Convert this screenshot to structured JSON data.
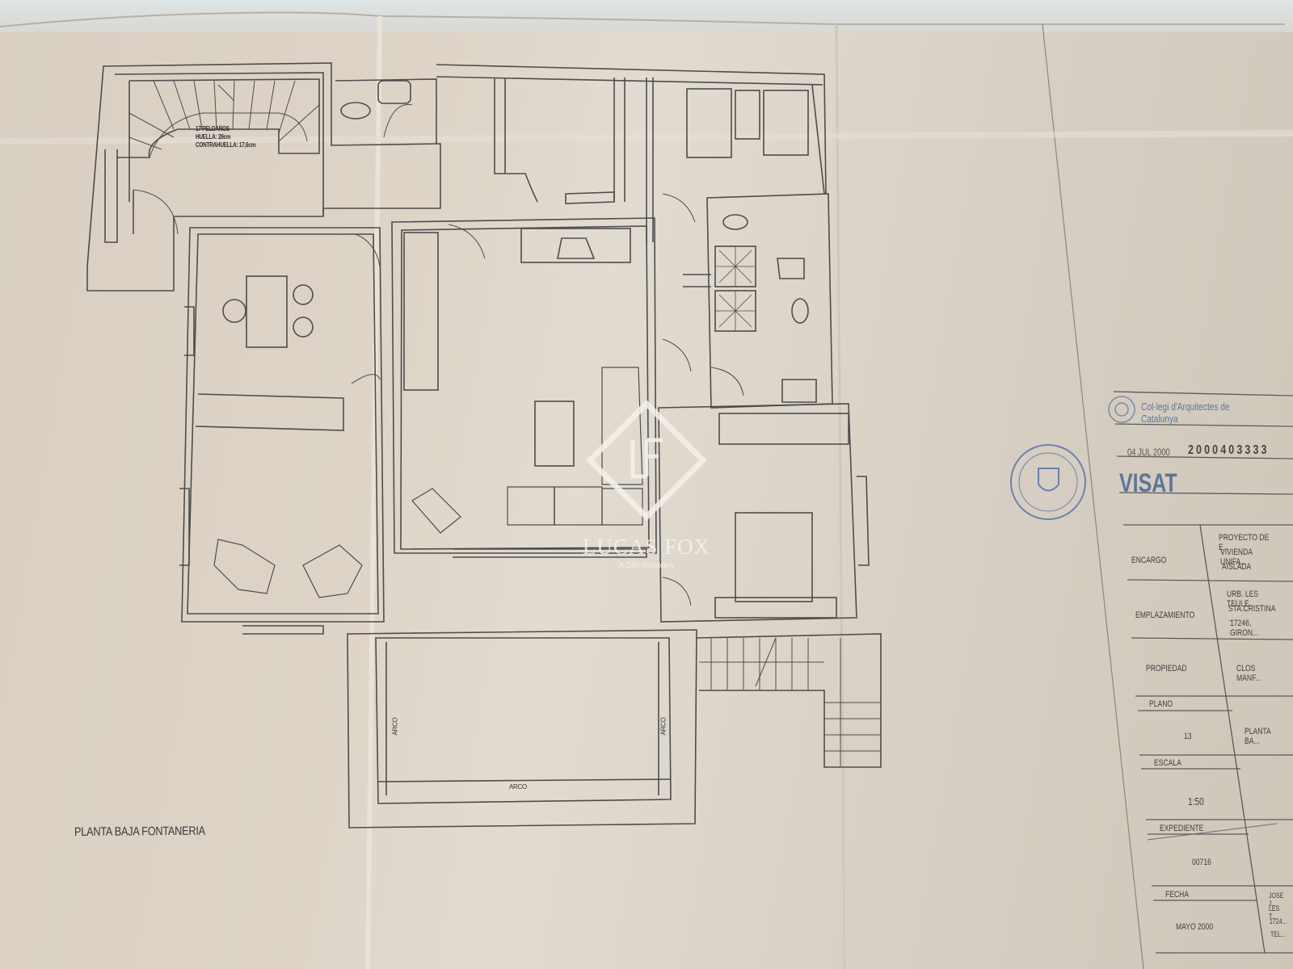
{
  "document": {
    "type": "architectural floor plan",
    "plan_title": "PLANTA BAJA FONTANERIA",
    "stair_note": {
      "line1": "17 PELDAÑOS",
      "line2": "HUELLA: 28cm",
      "line3": "CONTRAHUELLA: 17,6cm"
    },
    "arch_labels": {
      "left": "ARCO",
      "right": "ARCO",
      "bottom": "ARCO"
    }
  },
  "watermark": {
    "brand": "LUCAS FOX",
    "tagline": "A Dils company",
    "monogram": "LF"
  },
  "stamps": {
    "college": "Col·legi d'Arquitectes de Catalunya",
    "date": "04 JUL 2000",
    "visa_number": "2000403333",
    "visat": "VISAT",
    "municipal_seal": "Ajuntament de Santa Cristina d'Aro"
  },
  "title_block": {
    "encargo_label": "ENCARGO",
    "encargo_value": [
      "PROYECTO DE E...",
      "VIVIENDA UNIFA...",
      "AISLADA"
    ],
    "emplazamiento_label": "EMPLAZAMIENTO",
    "emplazamiento_value": [
      "URB. LES TEULE...",
      "STA.CRISTINA ...",
      "17246, GIRON..."
    ],
    "propiedad_label": "PROPIEDAD",
    "propiedad_value": "CLOS MANF...",
    "plano_label": "PLANO",
    "plano_number": "13",
    "plano_value": "PLANTA BA...",
    "escala_label": "ESCALA",
    "escala_value": "1:50",
    "expediente_label": "EXPEDIENTE",
    "expediente_value": "00716",
    "fecha_label": "FECHA",
    "fecha_value": "MAYO 2000",
    "author_lines": [
      "JOSE J...",
      "LES T...",
      "1724...",
      "TEL..."
    ]
  },
  "colors": {
    "paper": "#ddd4c7",
    "ink": "#4a4a4a",
    "stamp_blue": "#5d7698",
    "watermark": "#f3efe8"
  }
}
